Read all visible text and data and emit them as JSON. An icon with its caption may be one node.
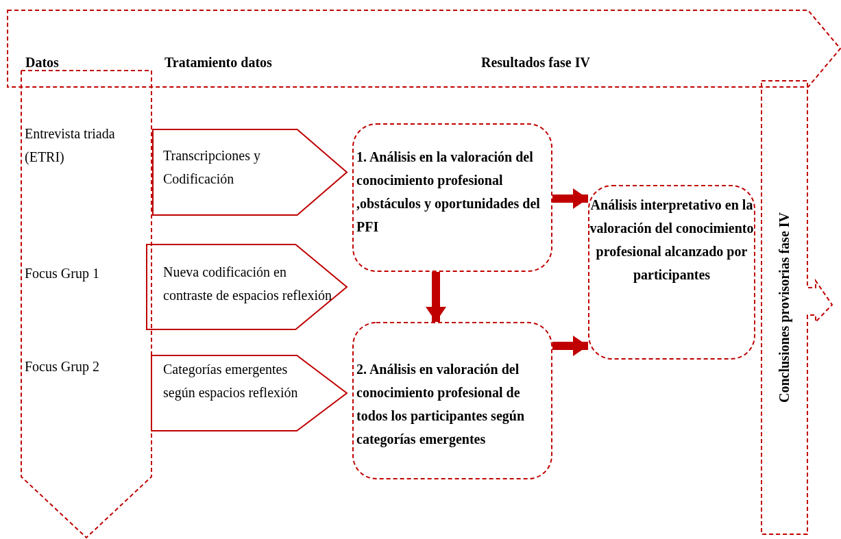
{
  "diagram": {
    "nodes": [
      {
        "text": [
          "Datos",
          "Tratamiento datos",
          "Resultados fase IV"
        ]
      },
      {
        "text": [
          "Entrevista triada (ETRI)",
          "Focus  Grup 1",
          "Focus  Grup 2"
        ]
      },
      {
        "text": [
          "Transcripciones y Codificación"
        ]
      },
      {
        "text": [
          "Nueva codificación en contraste de espacios reflexión"
        ]
      },
      {
        "text": [
          "Categorías emergentes según espacios reflexión"
        ]
      },
      {
        "text": [
          "1. Análisis en la valoración del conocimiento profesional ,obstáculos y oportunidades del PFI"
        ]
      },
      {
        "text": [
          "2. Análisis en valoración del conocimiento profesional de todos los participantes según categorías emergentes"
        ]
      },
      {
        "text": [
          "Análisis interpretativo en la valoración del conocimiento profesional alcanzado por participantes"
        ]
      },
      {
        "text": [
          "Conclusiones provisorias fase IV"
        ]
      }
    ],
    "edges": [
      {
        "from": 5,
        "to": 7,
        "arrow": "to"
      },
      {
        "from": 5,
        "to": 6,
        "arrow": "to"
      },
      {
        "from": 6,
        "to": 7,
        "arrow": "to"
      }
    ]
  }
}
